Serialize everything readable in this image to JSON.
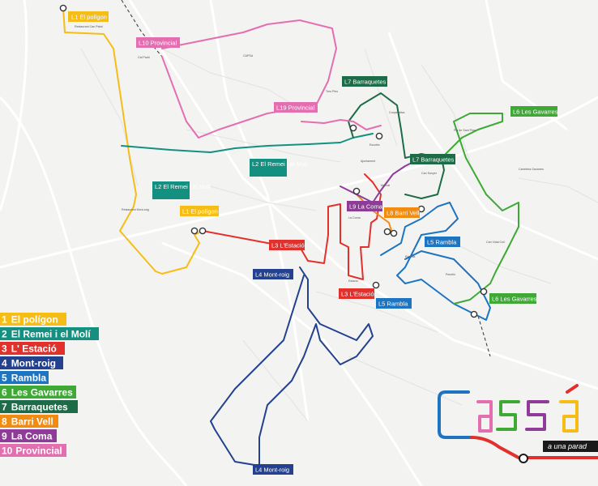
{
  "map": {
    "logo": {
      "word": "cassà",
      "tagline": "a una parad"
    },
    "street_labels": [
      "Restaurant Can Pistol",
      "Cal Padrí",
      "Restaurant Mont-roig",
      "Carretera Gavarres",
      "Pla de Sant Pere",
      "Can Vidal Coll",
      "CAPSA",
      "Tres Pins",
      "Cooperativa",
      "Can Sunyer",
      "Rambla",
      "La Coma",
      "Estació",
      "Escoles",
      "Mercat",
      "Pavelló",
      "Ajuntament"
    ],
    "routes": [
      {
        "id": "L1",
        "num": "1",
        "name": "El polígon",
        "color": "#f5bd16",
        "tags": [
          "L1  El polígon",
          "L1  El polígon"
        ]
      },
      {
        "id": "L2",
        "num": "2",
        "name": "El Remei i el Molí",
        "color": "#139080",
        "tags": [
          "L2  El Remei i el Molí",
          "L2  El Remei i el Molí"
        ]
      },
      {
        "id": "L3",
        "num": "3",
        "name": "L' Estació",
        "color": "#e2312d",
        "tags": [
          "L3  L'Estació",
          "L3  L'Estació"
        ]
      },
      {
        "id": "L4",
        "num": "4",
        "name": "Mont-roig",
        "color": "#23418f",
        "tags": [
          "L4  Mont-roig",
          "L4  Mont-roig"
        ]
      },
      {
        "id": "L5",
        "num": "5",
        "name": "Rambla",
        "color": "#1d75c2",
        "tags": [
          "L5  Rambla",
          "L5  Rambla"
        ]
      },
      {
        "id": "L6",
        "num": "6",
        "name": "Les Gavarres",
        "color": "#3eaa35",
        "tags": [
          "L6  Les Gavarres",
          "L6  Les Gavarres"
        ]
      },
      {
        "id": "L7",
        "num": "7",
        "name": "Barraquetes",
        "color": "#1d6b47",
        "tags": [
          "L7  Barraquetes",
          "L7  Barraquetes"
        ]
      },
      {
        "id": "L8",
        "num": "8",
        "name": "Barri Vell",
        "color": "#f18b12",
        "tags": [
          "L8  Barri Vell"
        ]
      },
      {
        "id": "L9",
        "num": "9",
        "name": "La Coma",
        "color": "#8e3c97",
        "tags": [
          "L9  La Coma"
        ]
      },
      {
        "id": "L10",
        "num": "10",
        "name": "Provincial",
        "color": "#e36fb1",
        "tags": [
          "L10  Provincial",
          "L19  Provincial"
        ]
      }
    ]
  }
}
